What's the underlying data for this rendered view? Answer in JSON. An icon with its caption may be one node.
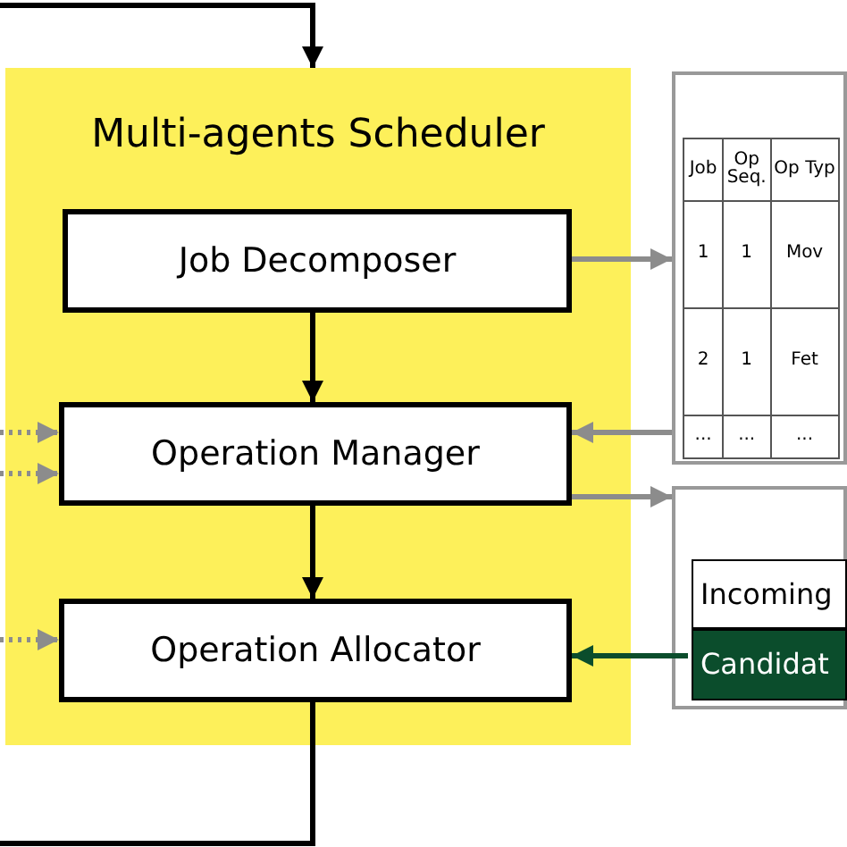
{
  "diagram": {
    "nodes": [
      {
        "text": [
          "Multi-agents Scheduler"
        ]
      },
      {
        "text": [
          "Job Decomposer"
        ],
        "in": 0
      },
      {
        "text": [
          "Operation Manager"
        ],
        "in": 0
      },
      {
        "text": [
          "Operation Allocator"
        ],
        "in": 0
      },
      {
        "text": [],
        "shape": "box"
      },
      {
        "text": [],
        "shape": "box"
      },
      {
        "text": [
          "Incoming"
        ],
        "in": 5
      },
      {
        "text": [
          "Candidat"
        ],
        "in": 5
      }
    ],
    "edges": [
      {
        "from": null,
        "to": 0,
        "arrow": "to",
        "color": "#000000"
      },
      {
        "from": 1,
        "to": 4,
        "arrow": "to"
      },
      {
        "from": 1,
        "to": 2,
        "arrow": "to",
        "color": "#000000"
      },
      {
        "from": 4,
        "to": 2,
        "arrow": "to"
      },
      {
        "from": null,
        "to": 2,
        "arrow": "to",
        "style": "dashed"
      },
      {
        "from": null,
        "to": 2,
        "arrow": "to",
        "style": "dashed"
      },
      {
        "from": 2,
        "to": 5,
        "arrow": "to"
      },
      {
        "from": 2,
        "to": 3,
        "arrow": "to",
        "color": "#000000"
      },
      {
        "from": null,
        "to": 3,
        "arrow": "to",
        "style": "dashed"
      },
      {
        "from": 7,
        "to": 3,
        "arrow": "to",
        "color": "#0b4d2c"
      },
      {
        "from": 3,
        "to": null,
        "arrow": "none",
        "color": "#000000"
      }
    ],
    "labels": [
      "Job",
      "Op Seq.",
      "Op Typ",
      "1",
      "1",
      "Mov",
      "2",
      "1",
      "Fet",
      "...",
      "...",
      "..."
    ]
  }
}
